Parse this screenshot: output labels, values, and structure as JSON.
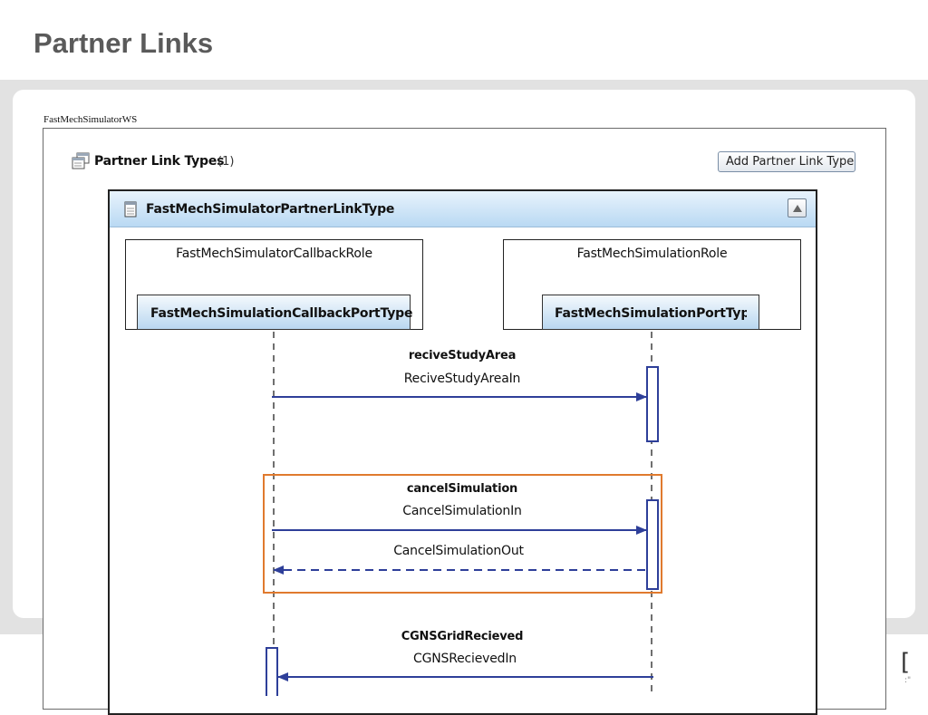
{
  "slide": {
    "title": "Partner Links"
  },
  "service": {
    "name": "FastMechSimulatorWS"
  },
  "partner_link_types": {
    "label": "Partner Link Types",
    "count": "(1)",
    "add_button_label": "Add Partner Link Type"
  },
  "link_type": {
    "name": "FastMechSimulatorPartnerLinkType",
    "roles": [
      {
        "name": "FastMechSimulatorCallbackRole",
        "port_type": "FastMechSimulationCallbackPortType"
      },
      {
        "name": "FastMechSimulationRole",
        "port_type": "FastMechSimulationPortType"
      }
    ],
    "operations": [
      {
        "name": "reciveStudyArea",
        "messages": [
          "ReciveStudyAreaIn"
        ]
      },
      {
        "name": "cancelSimulation",
        "messages": [
          "CancelSimulationIn",
          "CancelSimulationOut"
        ],
        "selected": true
      },
      {
        "name": "CGNSGridRecieved",
        "messages": [
          "CGNSRecievedIn"
        ]
      }
    ]
  },
  "colors": {
    "arrow": "#2e3f99",
    "selection": "#e07a2e",
    "header_blue": "#b9d9f3"
  },
  "icons": {
    "partner_link_types": "window-stack-icon",
    "link_type": "document-icon",
    "collapse": "triangle-up-icon"
  }
}
